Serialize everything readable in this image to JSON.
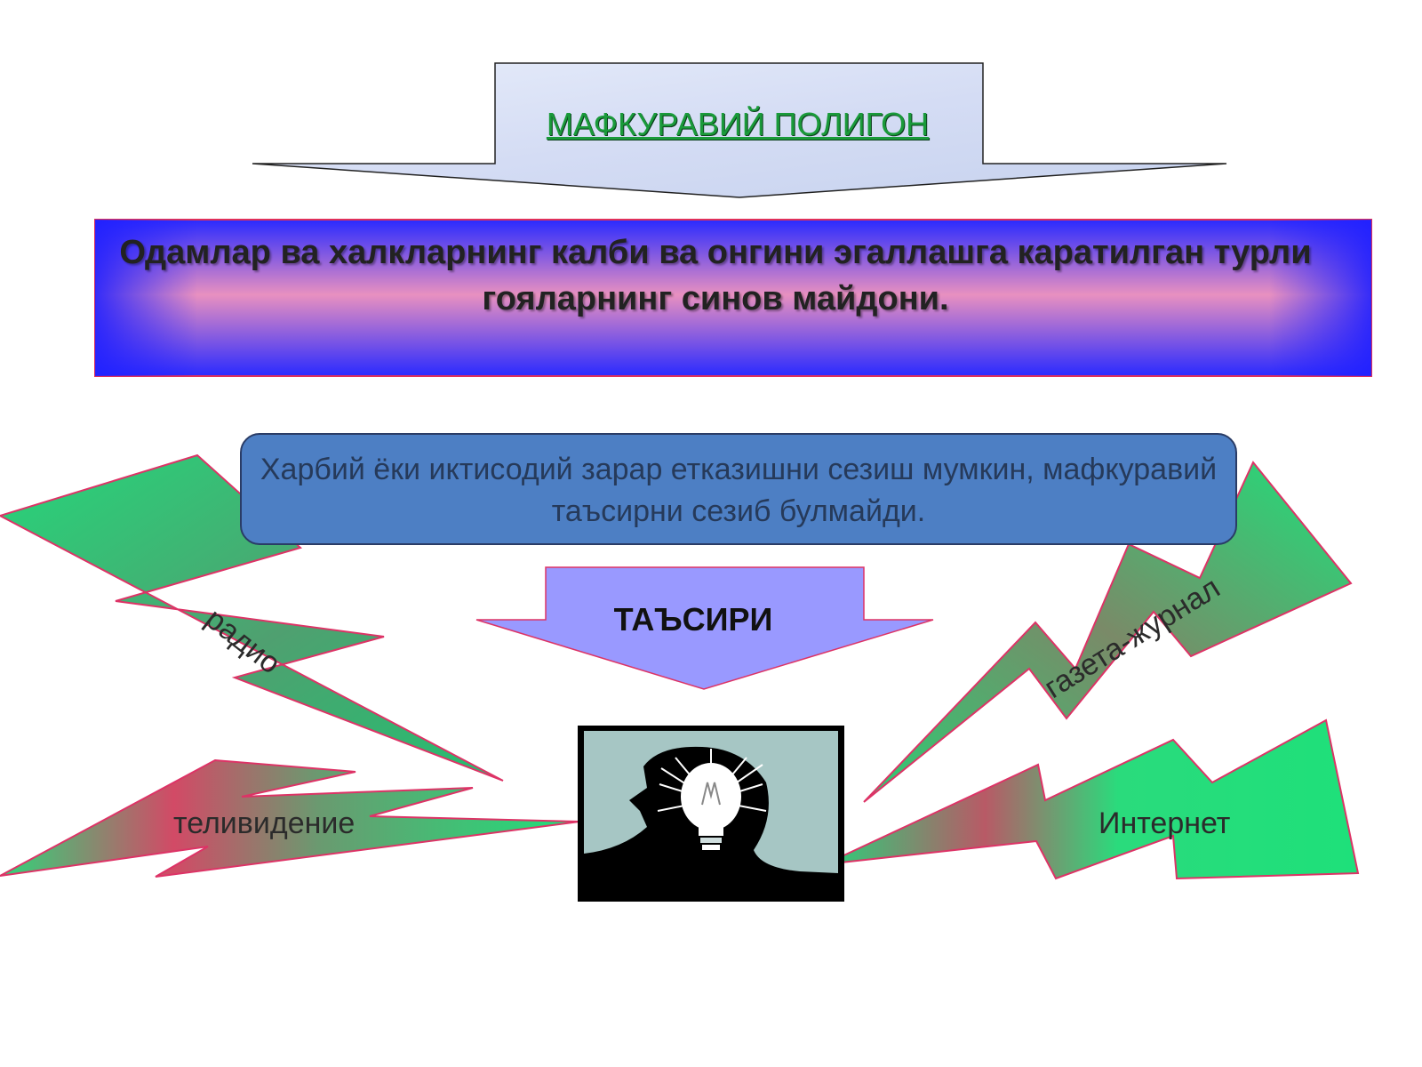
{
  "title": "МАФКУРАВИЙ ПОЛИГОН",
  "definition": "Одамлар ва халкларнинг калби ва онгини эгаллашга каратилган турли гояларнинг синов майдони.",
  "note": "Харбий ёки иктисодий зарар етказишни сезиш мумкин, мафкуравий таъсирни сезиб булмайди.",
  "effect": "ТАЪСИРИ",
  "media": {
    "radio": "радио",
    "tv": "теливидение",
    "press": "газета-журнал",
    "internet": "Интернет"
  },
  "icon": "head-lightbulb-icon",
  "colors": {
    "title_text": "#1a9a3a",
    "definition_border": "#2222ff",
    "definition_center": "#e88cbc",
    "note_fill": "#4d7fc4",
    "effect_arrow": "#9999ff",
    "bolt_green": "#22dd77",
    "bolt_red": "#dd3366"
  }
}
